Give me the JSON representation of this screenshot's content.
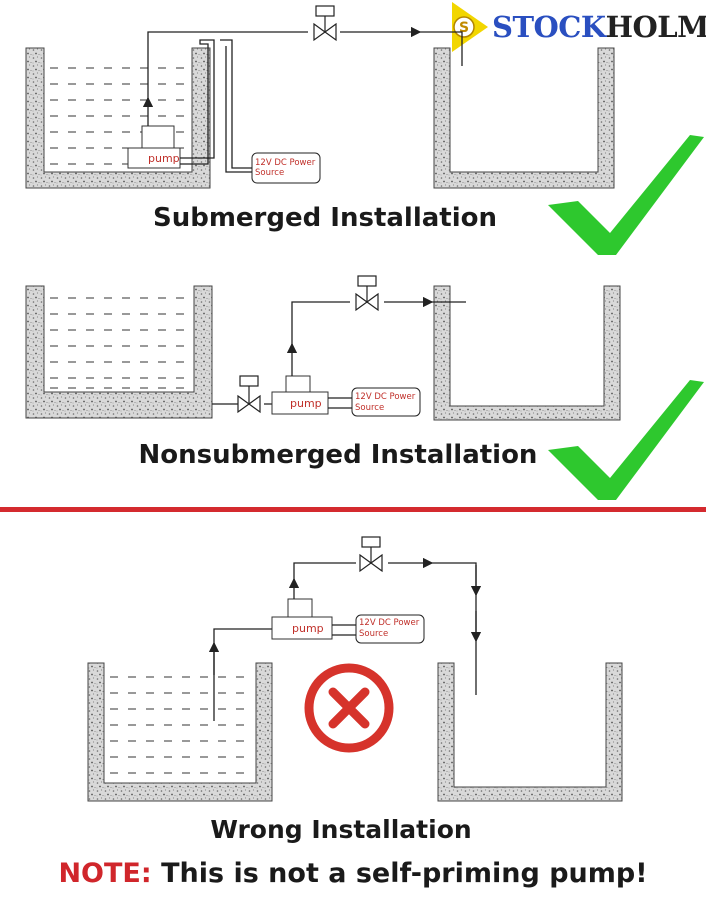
{
  "brand": {
    "logo_letter": "S",
    "name_part1": "STOCK",
    "name_part2": "HOLM",
    "colors": {
      "part1": "#2a4fc0",
      "part2": "#222222",
      "badge": "#f2d600"
    }
  },
  "diagrams": [
    {
      "caption": "Submerged Installation",
      "pump_label": "pump",
      "power_label_line1": "12V DC Power",
      "power_label_line2": "Source",
      "status": "correct",
      "status_icon": "check-mark-icon"
    },
    {
      "caption": "Nonsubmerged Installation",
      "pump_label": "pump",
      "power_label_line1": "12V DC Power",
      "power_label_line2": "Source",
      "status": "correct",
      "status_icon": "check-mark-icon"
    },
    {
      "caption": "Wrong Installation",
      "pump_label": "pump",
      "power_label_line1": "12V DC Power",
      "power_label_line2": "Source",
      "status": "wrong",
      "status_icon": "cross-mark-icon"
    }
  ],
  "note": {
    "label": "NOTE:",
    "text": "This is not a self-priming pump!"
  },
  "colors": {
    "check": "#2ec82e",
    "cross": "#d6332b",
    "divider": "#d42a2f",
    "label_red": "#c0302a"
  }
}
